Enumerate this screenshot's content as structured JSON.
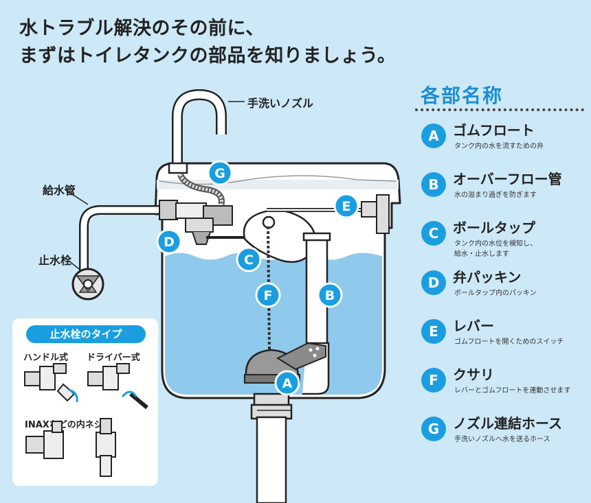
{
  "headline": {
    "line1": "水トラブル解決のその前に、",
    "line2": "まずはトイレタンクの部品を知りましょう。"
  },
  "callouts": {
    "nozzle": "手洗いノズル",
    "supply_pipe": "給水管",
    "stop_valve": "止水栓"
  },
  "markers": [
    "A",
    "B",
    "C",
    "D",
    "E",
    "F",
    "G"
  ],
  "legend": {
    "title": "各部名称",
    "items": [
      {
        "letter": "A",
        "name": "ゴムフロート",
        "desc": "タンク内の水を流すための弁"
      },
      {
        "letter": "B",
        "name": "オーバーフロー管",
        "desc": "水の溢まり過ぎを防ぎます"
      },
      {
        "letter": "C",
        "name": "ボールタップ",
        "desc": "タンク内の水位を検知し、",
        "desc2": "給水・止水します"
      },
      {
        "letter": "D",
        "name": "弁パッキン",
        "desc": "ボールタップ内のパッキン"
      },
      {
        "letter": "E",
        "name": "レバー",
        "desc": "ゴムフロートを開くためのスイッチ"
      },
      {
        "letter": "F",
        "name": "クサリ",
        "desc": "レバーとゴムフロートを連動させます"
      },
      {
        "letter": "G",
        "name": "ノズル連結ホース",
        "desc": "手洗いノズルへ水を送るホース"
      }
    ]
  },
  "valve_types": {
    "title": "止水栓のタイプ",
    "handle": "ハンドル式",
    "driver": "ドライバー式",
    "inax": "INAXなどの内ネジ式"
  },
  "colors": {
    "accent": "#1a9ee0",
    "background": "#cde8f6",
    "water": "#8fc9ec"
  }
}
